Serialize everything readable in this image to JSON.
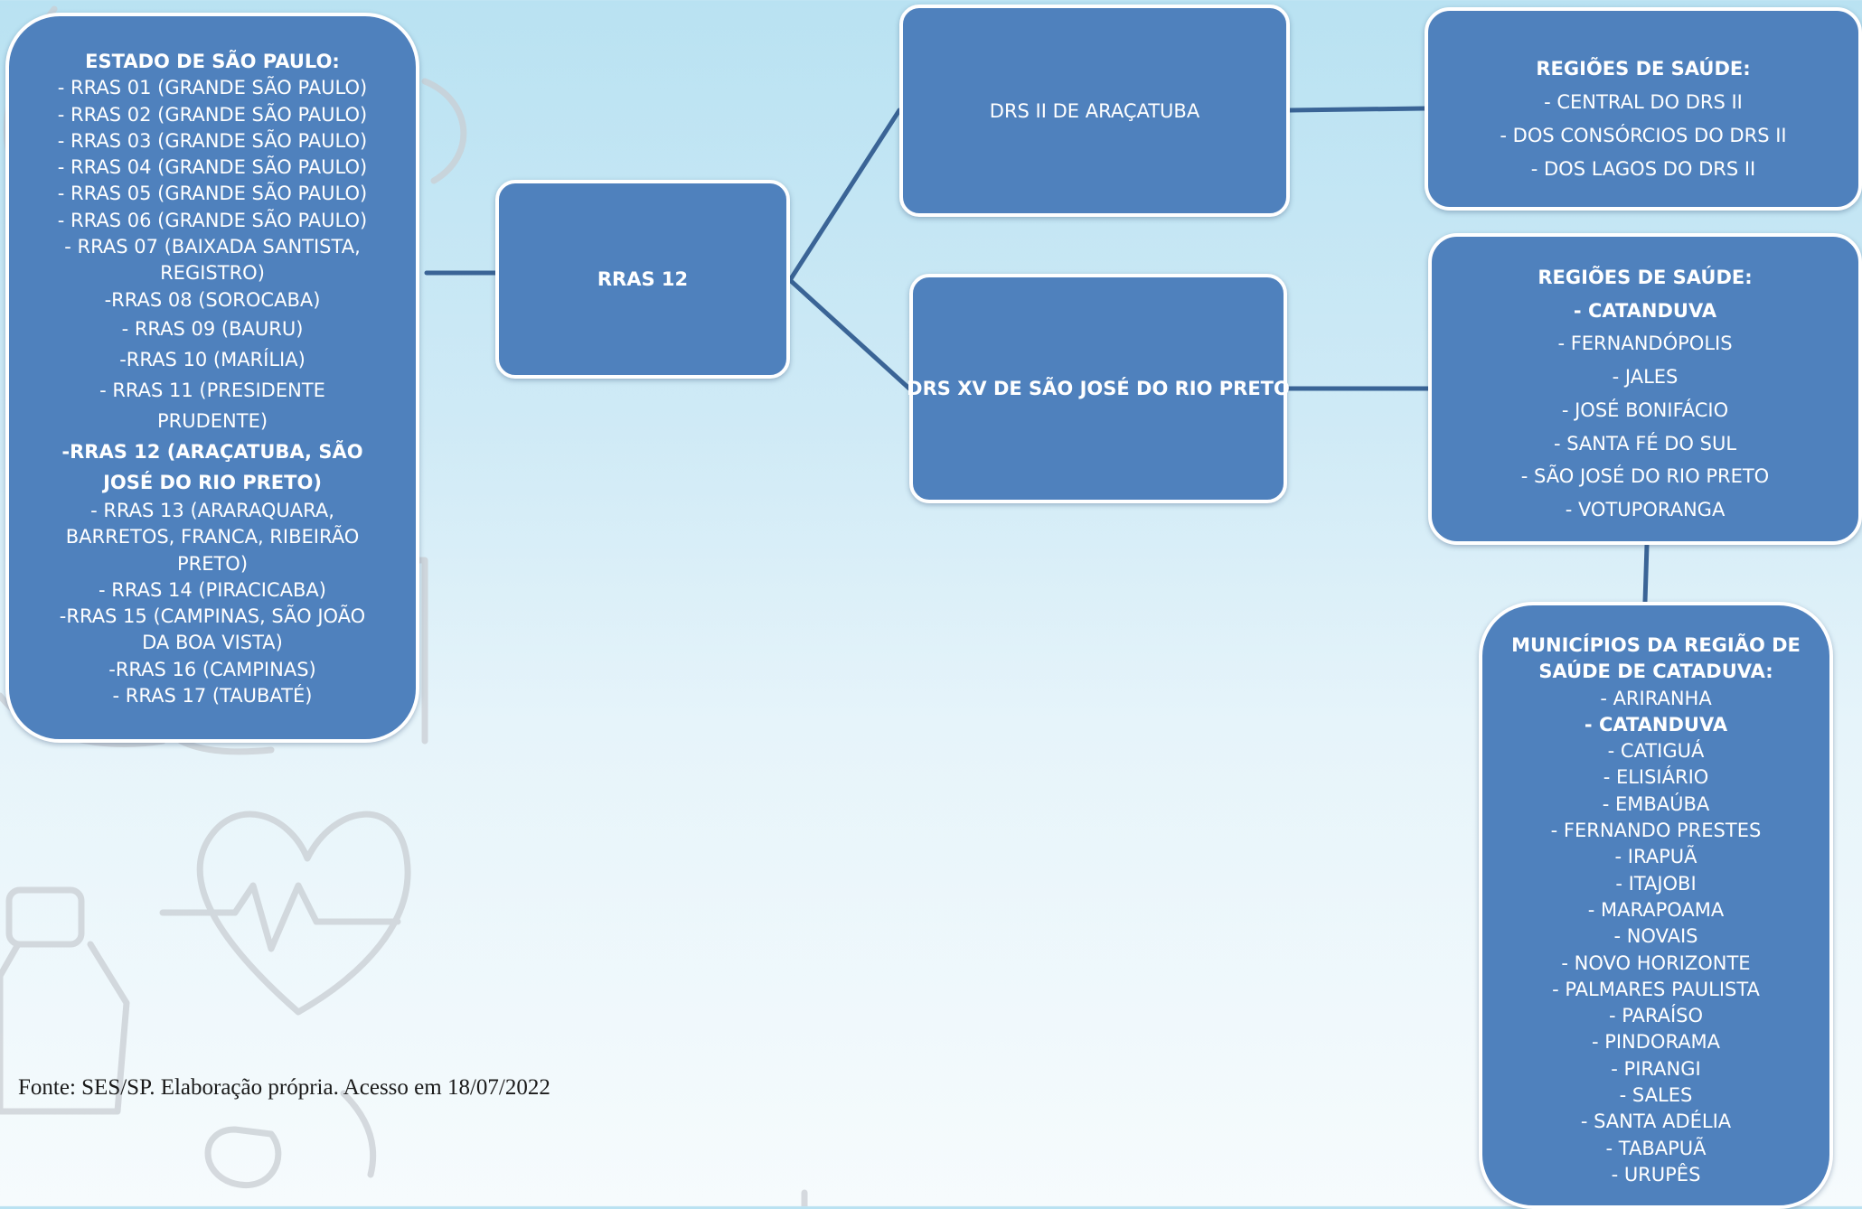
{
  "estado": {
    "title": "ESTADO DE SÃO PAULO:",
    "items": [
      "- RRAS 01 (GRANDE SÃO PAULO)",
      "- RRAS 02 (GRANDE SÃO PAULO)",
      "- RRAS 03 (GRANDE SÃO PAULO)",
      "- RRAS 04 (GRANDE SÃO PAULO)",
      "- RRAS 05 (GRANDE SÃO PAULO)",
      "- RRAS 06 (GRANDE SÃO PAULO)",
      "- RRAS 07 (BAIXADA SANTISTA,",
      "REGISTRO)",
      "-RRAS 08 (SOROCABA)",
      "- RRAS 09 (BAURU)",
      "-RRAS 10 (MARÍLIA)",
      "- RRAS 11 (PRESIDENTE",
      "PRUDENTE)",
      "-RRAS 12 (ARAÇATUBA, SÃO",
      "JOSÉ DO RIO PRETO)",
      "- RRAS 13 (ARARAQUARA,",
      "BARRETOS, FRANCA, RIBEIRÃO",
      "PRETO)",
      "- RRAS 14 (PIRACICABA)",
      "-RRAS 15 (CAMPINAS, SÃO JOÃO",
      "DA BOA VISTA)",
      "-RRAS 16 (CAMPINAS)",
      "- RRAS 17 (TAUBATÉ)"
    ]
  },
  "rras12": {
    "label": "RRAS 12"
  },
  "drs2": {
    "label": "DRS II DE ARAÇATUBA"
  },
  "drs15": {
    "label": "DRS XV DE SÃO JOSÉ DO RIO PRETO"
  },
  "regioes_drs2": {
    "title": "REGIÕES DE SAÚDE:",
    "items": [
      "- CENTRAL DO DRS II",
      "- DOS CONSÓRCIOS DO DRS II",
      "- DOS LAGOS DO DRS II"
    ]
  },
  "regioes_drs15": {
    "title": "REGIÕES DE SAÚDE:",
    "items": [
      "- CATANDUVA",
      "- FERNANDÓPOLIS",
      "- JALES",
      "- JOSÉ BONIFÁCIO",
      "- SANTA FÉ DO SUL",
      "- SÃO JOSÉ DO RIO PRETO",
      "- VOTUPORANGA"
    ]
  },
  "municipios": {
    "title_line1": "MUNICÍPIOS DA REGIÃO DE",
    "title_line2": "SAÚDE DE CATADUVA:",
    "items": [
      "- ARIRANHA",
      "- CATANDUVA",
      "- CATIGUÁ",
      "- ELISIÁRIO",
      "- EMBAÚBA",
      "- FERNANDO PRESTES",
      "- IRAPUÃ",
      "- ITAJOBI",
      "- MARAPOAMA",
      "- NOVAIS",
      "- NOVO HORIZONTE",
      "- PALMARES PAULISTA",
      "- PARAÍSO",
      "- PINDORAMA",
      "- PIRANGI",
      "- SALES",
      "- SANTA ADÉLIA",
      "- TABAPUÃ",
      "- URUPÊS"
    ]
  },
  "fonte": "Fonte: SES/SP. Elaboração própria. Acesso em 18/07/2022",
  "colors": {
    "box_fill": "#4f81bd",
    "box_border": "#ffffff",
    "connector": "#3a6496",
    "text": "#ffffff"
  }
}
